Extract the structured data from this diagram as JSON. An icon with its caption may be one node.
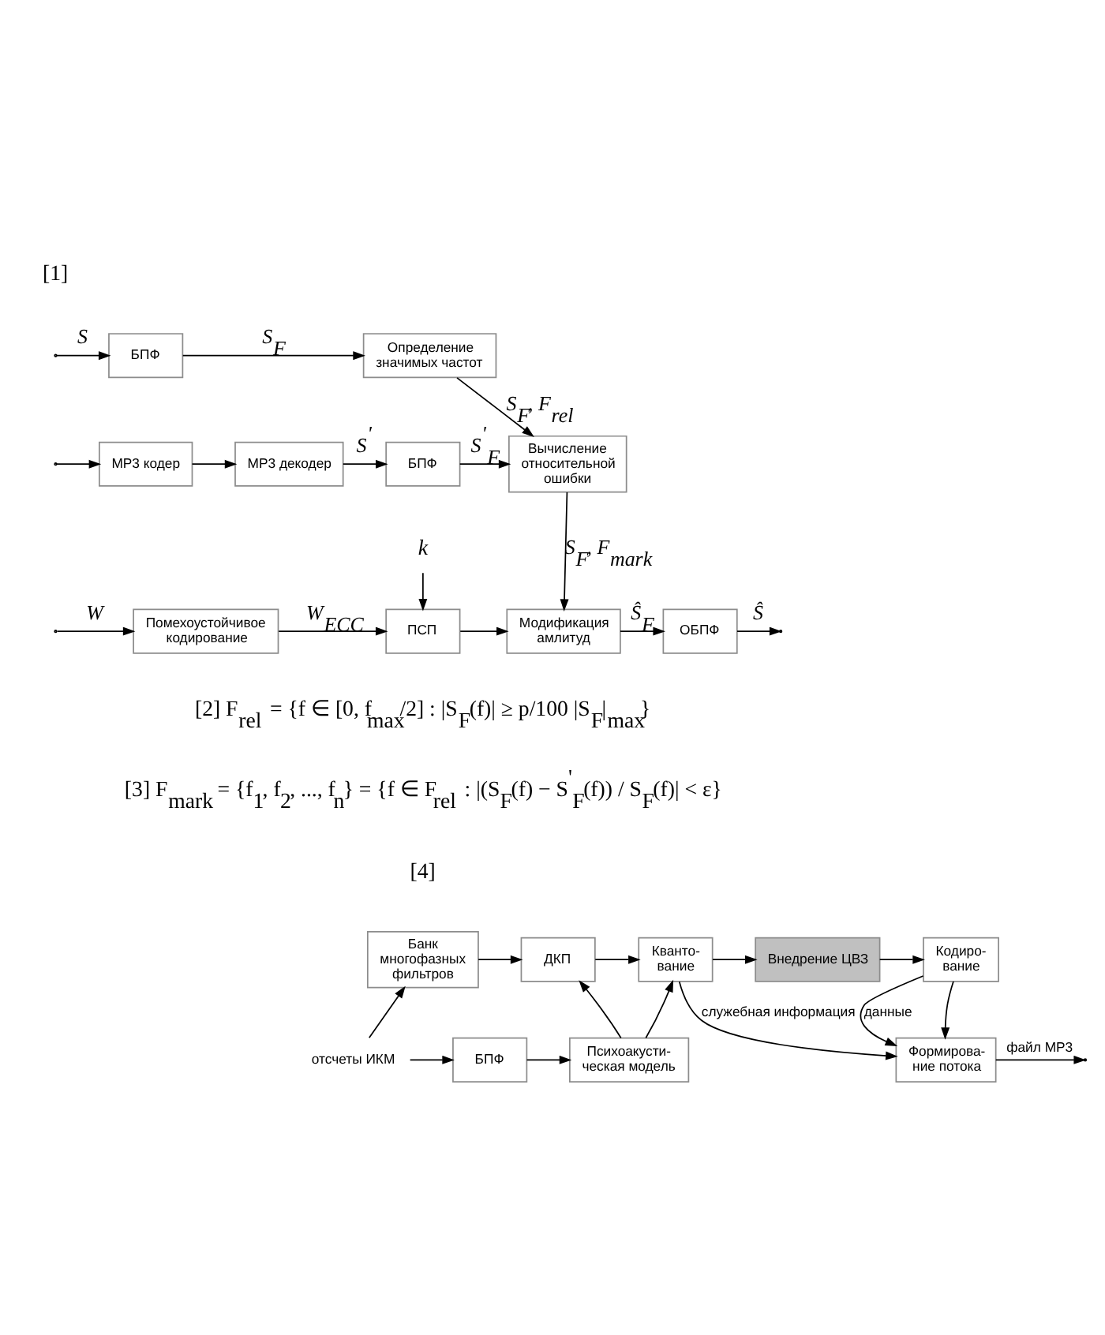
{
  "diagram": {
    "nodes": [
      {
        "text": [
          "БПФ"
        ]
      },
      {
        "text": [
          "Определение значимых частот"
        ]
      },
      {
        "text": [
          "MP3 кодер"
        ]
      },
      {
        "text": [
          "MP3 декодер"
        ]
      },
      {
        "text": [
          "БПФ"
        ]
      },
      {
        "text": [
          "Вычисление относительной ошибки"
        ]
      },
      {
        "text": [
          "k"
        ]
      },
      {
        "text": [
          "Помехоустойчивое кодирование"
        ]
      },
      {
        "text": [
          "ПСП"
        ]
      },
      {
        "text": [
          "Модификация амлитуд"
        ]
      },
      {
        "text": [
          "ОБПФ"
        ]
      },
      {
        "text": [
          "Банк многофазных фильтров"
        ]
      },
      {
        "text": [
          "ДКП"
        ]
      },
      {
        "text": [
          "Кванто- вание"
        ]
      },
      {
        "text": [
          "Внедрение ЦВЗ"
        ]
      },
      {
        "text": [
          "Кодиро- вание"
        ]
      },
      {
        "text": [
          "отсчеты ИКМ"
        ]
      },
      {
        "text": [
          "Формирова- ние потока"
        ]
      },
      {
        "text": [
          "БПФ"
        ]
      },
      {
        "text": [
          "Психоакусти- ческая модель"
        ]
      }
    ],
    "edges": [
      {
        "from": null,
        "to": 0,
        "arrow": "to",
        "label": "S"
      },
      {
        "from": null,
        "to": 2,
        "arrow": "to"
      },
      {
        "from": 0,
        "to": 1,
        "arrow": "to",
        "label": "S$_{F}$"
      },
      {
        "from": 1,
        "to": 5,
        "arrow": "to",
        "label": "S$_{F}$, F$_{rel}$"
      },
      {
        "from": 2,
        "to": 3,
        "arrow": "to"
      },
      {
        "from": 3,
        "to": 4,
        "arrow": "to",
        "label": "S$^{'}$"
      },
      {
        "from": 4,
        "to": 5,
        "arrow": "to",
        "label": "S$^{'}$$_{F}$"
      },
      {
        "from": 5,
        "to": 9,
        "arrow": "to",
        "label": "S$_{F}$, F$_{mark}$"
      },
      {
        "from": null,
        "to": 7,
        "arrow": "to",
        "label": "W"
      },
      {
        "from": 7,
        "to": 8,
        "arrow": "to",
        "label": "W$_{ECC}$"
      },
      {
        "from": 6,
        "to": 8,
        "arrow": "to"
      },
      {
        "from": 8,
        "to": 9,
        "arrow": "to"
      },
      {
        "from": 9,
        "to": 10,
        "arrow": "to",
        "label": "Ŝ$_{F}$"
      },
      {
        "from": 10,
        "to": null,
        "arrow": "to",
        "label": "Ŝ"
      },
      {
        "from": 16,
        "to": 11,
        "arrow": "to"
      },
      {
        "from": 16,
        "to": 18,
        "arrow": "to"
      },
      {
        "from": 11,
        "to": 12,
        "arrow": "to"
      },
      {
        "from": 12,
        "to": 13,
        "arrow": "to"
      },
      {
        "from": 13,
        "to": 14,
        "arrow": "to"
      },
      {
        "from": 14,
        "to": 15,
        "arrow": "to"
      },
      {
        "from": 15,
        "to": 17,
        "arrow": "to",
        "label": "данные"
      },
      {
        "from": 15,
        "to": 17,
        "arrow": "to"
      },
      {
        "from": 13,
        "to": 17,
        "arrow": "to",
        "label": "служебная информация"
      },
      {
        "from": 18,
        "to": 19,
        "arrow": "to"
      },
      {
        "from": 19,
        "to": 12,
        "arrow": "to"
      },
      {
        "from": 19,
        "to": 13,
        "arrow": "to"
      },
      {
        "from": 17,
        "to": null,
        "arrow": "to",
        "label": "файл MP3"
      }
    ],
    "labels": [
      "[1]",
      "[2] F$_{rel}$ = {f ∈ [0, f$_{max}$/2] : |S$_{F}$(f)| ≥ p/100 |S$_{F}$|$_{max}$}",
      "[3] F$_{mark}$ = {f$_{1}$, f$_{2}$, ..., f$_{n}$} = {f ∈ F$_{rel}$ : |(S$_{F}$(f) − S$^{'}$$_{F}$(f)) / S$_{F}$(f)| < ε}",
      "[4]"
    ]
  }
}
